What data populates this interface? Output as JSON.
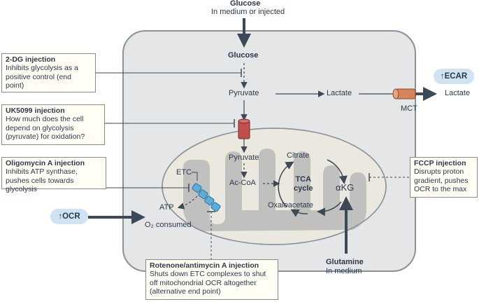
{
  "glucose_top": {
    "title": "Glucose",
    "subtitle": "In medium or injected"
  },
  "cell_glucose": "Glucose",
  "pyruvate": "Pyruvate",
  "lactate_in": "Lactate",
  "lactate_out": "Lactate",
  "mct": "MCT",
  "ecar": "↑ECAR",
  "ocr": "↑OCR",
  "mito": {
    "pyruvate": "Pyruvate",
    "acoa": "Ac-CoA",
    "citrate": "Citrate",
    "tca": "TCA\ncycle",
    "akg": "αKG",
    "oxalo": "Oxaloacetate",
    "etc": "ETC",
    "atp": "ATP",
    "o2": "O₂ consumed"
  },
  "glutamine": {
    "title": "Glutamine",
    "subtitle": "In medium"
  },
  "boxes": {
    "dg": {
      "title": "2-DG injection",
      "body": "Inhibits glycolysis as a positive control (end point)"
    },
    "uk": {
      "title": "UK5099 injection",
      "body": "How much does the cell depend on glycolysis (pyruvate) for oxidation?"
    },
    "oligo": {
      "title": "Oligomycin A injection",
      "body": "Inhibits ATP synthase, pushes cells towards glycolysis"
    },
    "fccp": {
      "title": "FCCP injection",
      "body": "Disrupts proton gradient, pushes OCR to the max"
    },
    "rot": {
      "title": "Rotenone/antimycin A injection",
      "body": "Shuts down ETC complexes to shut off mitochondrial OCR altogether (alternative end point)"
    }
  },
  "colors": {
    "cell_fill": "#e4e6e8",
    "cell_border": "#8a9199",
    "mito_fill": "#ebe8df",
    "cristae": "#b5b5b5",
    "arrow": "#3c4a57",
    "transporter": "#d8845a",
    "pyr_carrier": "#c0504d",
    "etc": "#5aaedb",
    "pill": "#cfe3f3"
  }
}
